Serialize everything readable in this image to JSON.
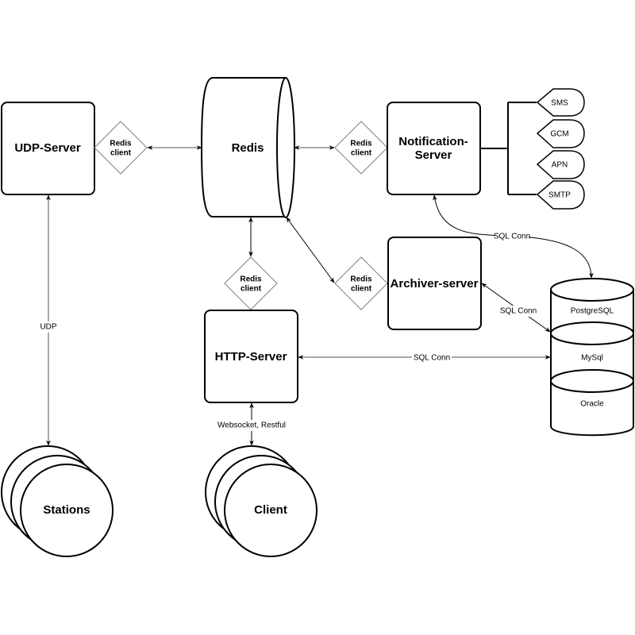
{
  "nodes": {
    "udp_server": "UDP-Server",
    "redis": "Redis",
    "notification_server_line1": "Notification-",
    "notification_server_line2": "Server",
    "archiver_server": "Archiver-server",
    "http_server": "HTTP-Server",
    "stations": "Stations",
    "client": "Client"
  },
  "redis_clients": [
    {
      "line1": "Redis",
      "line2": "client"
    },
    {
      "line1": "Redis",
      "line2": "client"
    },
    {
      "line1": "Redis",
      "line2": "client"
    },
    {
      "line1": "Redis",
      "line2": "client"
    }
  ],
  "notification_channels": [
    "SMS",
    "GCM",
    "APN",
    "SMTP"
  ],
  "databases": [
    "PostgreSQL",
    "MySql",
    "Oracle"
  ],
  "edge_labels": {
    "udp": "UDP",
    "websocket": "Websocket, Restful",
    "sql_notification": "SQL Conn",
    "sql_archiver": "SQL Conn",
    "sql_http": "SQL Conn"
  }
}
